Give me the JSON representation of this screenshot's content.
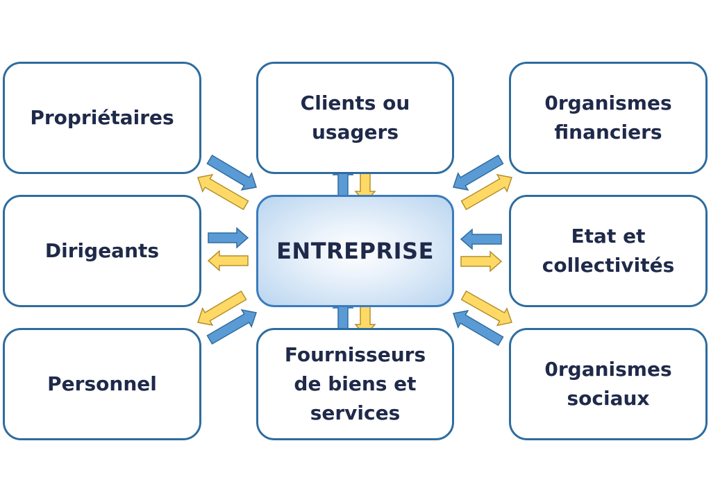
{
  "diagram": {
    "center": "ENTREPRISE",
    "boxes": {
      "proprietaires": "Propriétaires",
      "clients": "Clients ou\nusagers",
      "org_financiers": "0rganismes\nfinanciers",
      "dirigeants": "Dirigeants",
      "etat": "Etat et\ncollectivités",
      "personnel": "Personnel",
      "fournisseurs": "Fournisseurs\nde biens et\nservices",
      "org_sociaux": "0rganismes\nsociaux"
    }
  },
  "colors": {
    "border": "#2e6c9e",
    "text": "#1f2a4a",
    "arrow_blue": "#5b9bd5",
    "arrow_yellow": "#ffd966"
  }
}
